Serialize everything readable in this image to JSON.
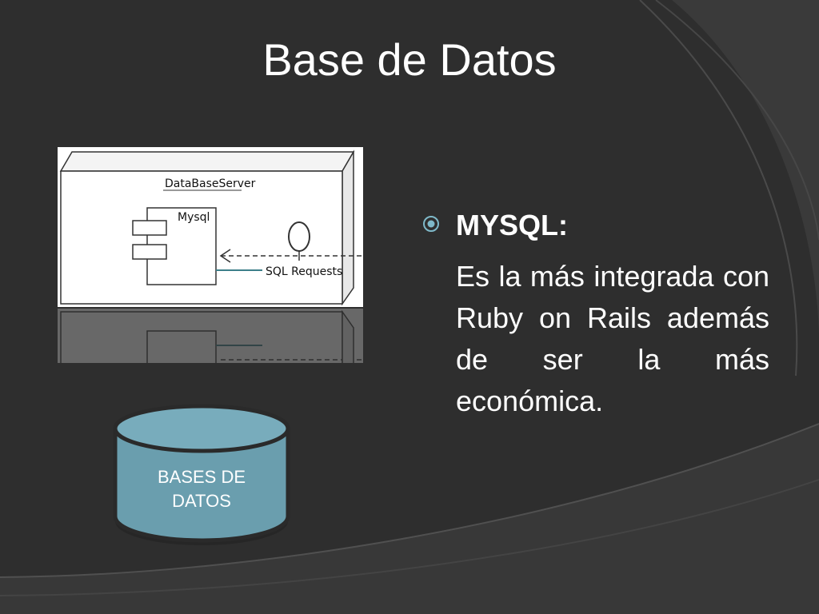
{
  "slide": {
    "title": "Base de Datos",
    "bullet": {
      "heading": "MYSQL:",
      "text": "Es la más integrada con Ruby on Rails además de ser la más económica."
    }
  },
  "uml_diagram": {
    "node_label": "DataBaseServer",
    "component_label": "Mysql",
    "connector_label": "SQL Requests"
  },
  "database_shape": {
    "label_line1": "BASES DE",
    "label_line2": "DATOS"
  },
  "colors": {
    "background": "#2e2e2e",
    "cylinder_fill": "#6a9eae",
    "accent_line": "#3d7f8a",
    "text": "#ffffff"
  }
}
